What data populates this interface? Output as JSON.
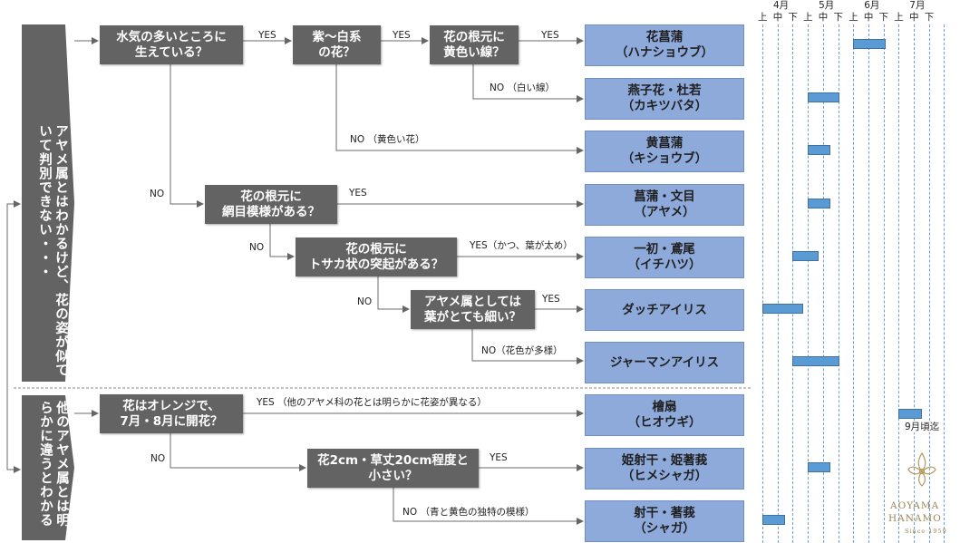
{
  "side_panels": {
    "top": "アヤメ属とはわかるけど、花の姿が似ていて判別できない・・・",
    "bottom": "他のアヤメ属とは明らかに違うとわかる"
  },
  "questions": {
    "q1": [
      "水気の多いところに",
      "生えている？"
    ],
    "q2": [
      "紫～白系",
      "の花？"
    ],
    "q3": [
      "花の根元に",
      "黄色い線？"
    ],
    "q4": [
      "花の根元に",
      "網目模様がある？"
    ],
    "q5": [
      "花の根元に",
      "トサカ状の突起がある？"
    ],
    "q6": [
      "アヤメ属としては",
      "葉がとても細い？"
    ],
    "q7": [
      "花はオレンジで、",
      "7月・8月に開花？"
    ],
    "q8": [
      "花2cm・草丈20cm程度と",
      "小さい？"
    ]
  },
  "edge_labels": {
    "q1_yes": "YES",
    "q2_yes": "YES",
    "q3_yes": "YES",
    "q3_no": "NO （白い線）",
    "q2_no": "NO （黄色い花）",
    "q1_no": "NO",
    "q4_yes": "YES",
    "q4_no": "NO",
    "q5_yes": "YES（かつ、葉が太め）",
    "q5_no": "NO",
    "q6_yes": "YES",
    "q6_no": "NO（花色が多様）",
    "q7_yes": "YES （他のアヤメ科の花とは明らかに花姿が異なる）",
    "q7_no": "NO",
    "q8_yes": "YES",
    "q8_no": "NO （青と黄色の独特の模様）"
  },
  "results": [
    {
      "name": "花菖蒲",
      "reading": "（ハナショウブ）"
    },
    {
      "name": "燕子花・杜若",
      "reading": "（カキツバタ）"
    },
    {
      "name": "黄菖蒲",
      "reading": "（キショウブ）"
    },
    {
      "name": "菖蒲・文目",
      "reading": "（アヤメ）"
    },
    {
      "name": "一初・鳶尾",
      "reading": "（イチハツ）"
    },
    {
      "name": "ダッチアイリス",
      "reading": ""
    },
    {
      "name": "ジャーマンアイリス",
      "reading": ""
    },
    {
      "name": "檜扇",
      "reading": "（ヒオウギ）"
    },
    {
      "name": "姫射干・姫著莪",
      "reading": "（ヒメシャガ）"
    },
    {
      "name": "射干・著莪",
      "reading": "（シャガ）"
    }
  ],
  "calendar": {
    "months": [
      "4月",
      "5月",
      "6月",
      "7月"
    ],
    "periods": [
      "上",
      "中",
      "下"
    ],
    "note": "9月頃迄",
    "bloom": [
      {
        "start": 6.0,
        "end": 8.0
      },
      {
        "start": 3.0,
        "end": 5.0
      },
      {
        "start": 3.0,
        "end": 4.4
      },
      {
        "start": 3.0,
        "end": 4.4
      },
      {
        "start": 2.0,
        "end": 3.6
      },
      {
        "start": 0.0,
        "end": 2.6
      },
      {
        "start": 2.0,
        "end": 5.0
      },
      {
        "start": 9.0,
        "end": 10.4
      },
      {
        "start": 3.0,
        "end": 4.4
      },
      {
        "start": 0.0,
        "end": 1.4
      }
    ],
    "bar_color": "#5b9bd5"
  },
  "logo": {
    "line1": "AOYAMA",
    "line2": "HANAMO",
    "line3": "Since 1959"
  },
  "colors": {
    "question_bg": "#636363",
    "result_bg": "#8eaadb"
  }
}
